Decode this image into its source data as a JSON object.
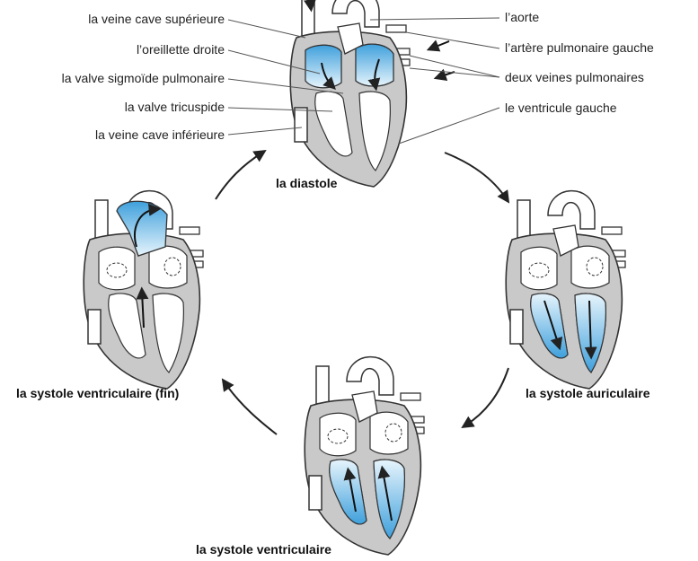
{
  "labels_left": [
    "la veine cave supérieure",
    "l’oreillette droite",
    "la valve sigmoïde pulmonaire",
    "la valve tricuspide",
    "la veine cave inférieure"
  ],
  "labels_right": [
    "l’aorte",
    "l’artère pulmonaire gauche",
    "deux veines pulmonaires",
    "le ventricule gauche"
  ],
  "phases": {
    "top": "la diastole",
    "right": "la systole auriculaire",
    "bottom": "la systole ventriculaire",
    "left": "la systole ventriculaire (fin)"
  },
  "colors": {
    "blood": "#4aa8e0",
    "blood_light": "#dff1fb",
    "wall": "#c9c9c9",
    "outline": "#333333"
  }
}
